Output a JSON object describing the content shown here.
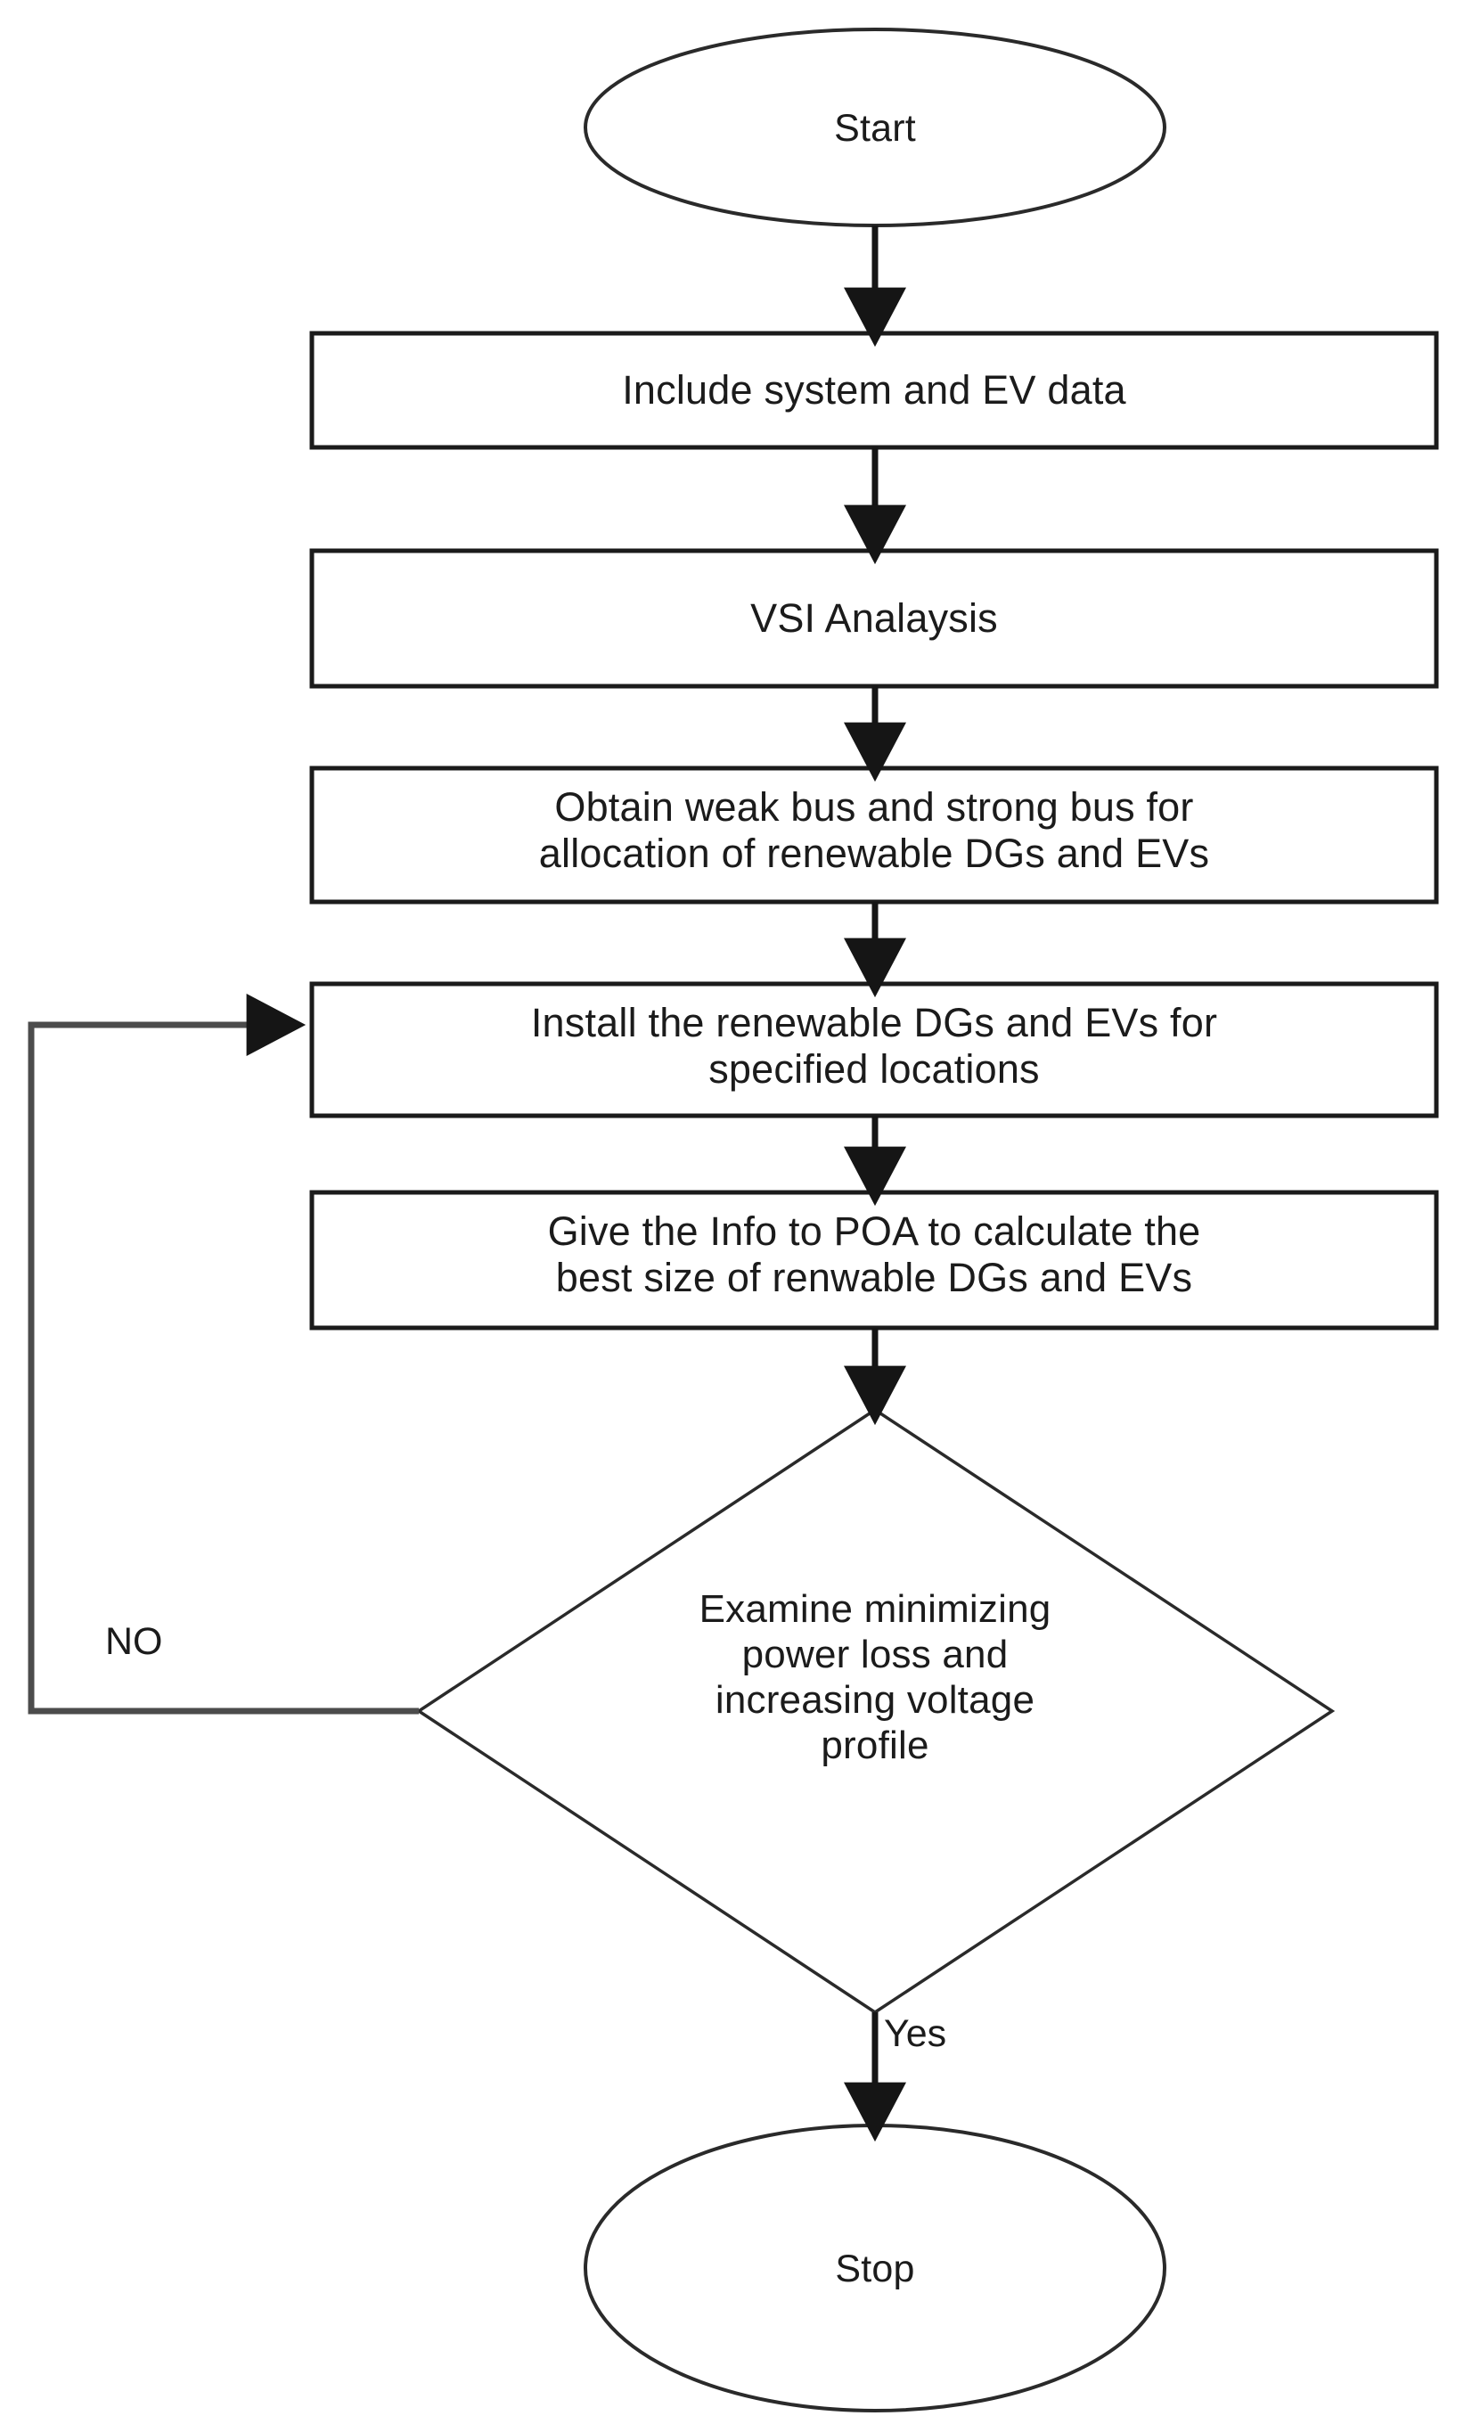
{
  "diagram": {
    "type": "flowchart",
    "orientation": "top-to-bottom",
    "background_color": "#ffffff",
    "line_color": "#1b1b1b",
    "text_color": "#1b1b1b",
    "nodes": [
      {
        "id": "start",
        "shape": "ellipse",
        "label": "Start"
      },
      {
        "id": "include-data",
        "shape": "rectangle",
        "label": "Include system and EV data"
      },
      {
        "id": "vsi-analysis",
        "shape": "rectangle",
        "label": "VSI Analaysis"
      },
      {
        "id": "obtain-buses",
        "shape": "rectangle",
        "label": "Obtain weak bus and strong bus for\nallocation of renewable DGs and EVs"
      },
      {
        "id": "install-dg-ev",
        "shape": "rectangle",
        "label": "Install the renewable DGs and EVs for\nspecified locations"
      },
      {
        "id": "poa-sizing",
        "shape": "rectangle",
        "label": "Give the Info to POA to calculate the\nbest size of renwable DGs and EVs"
      },
      {
        "id": "examine",
        "shape": "diamond",
        "label": "Examine minimizing\npower loss and\nincreasing voltage\nprofile"
      },
      {
        "id": "stop",
        "shape": "ellipse",
        "label": "Stop"
      }
    ],
    "edges": [
      {
        "id": "e1",
        "from": "start",
        "to": "include-data",
        "label": ""
      },
      {
        "id": "e2",
        "from": "include-data",
        "to": "vsi-analysis",
        "label": ""
      },
      {
        "id": "e3",
        "from": "vsi-analysis",
        "to": "obtain-buses",
        "label": ""
      },
      {
        "id": "e4",
        "from": "obtain-buses",
        "to": "install-dg-ev",
        "label": ""
      },
      {
        "id": "e5",
        "from": "install-dg-ev",
        "to": "poa-sizing",
        "label": ""
      },
      {
        "id": "e6",
        "from": "poa-sizing",
        "to": "examine",
        "label": ""
      },
      {
        "id": "e7",
        "from": "examine",
        "to": "stop",
        "label": "Yes"
      },
      {
        "id": "e8",
        "from": "examine",
        "to": "install-dg-ev",
        "label": "NO"
      }
    ]
  }
}
